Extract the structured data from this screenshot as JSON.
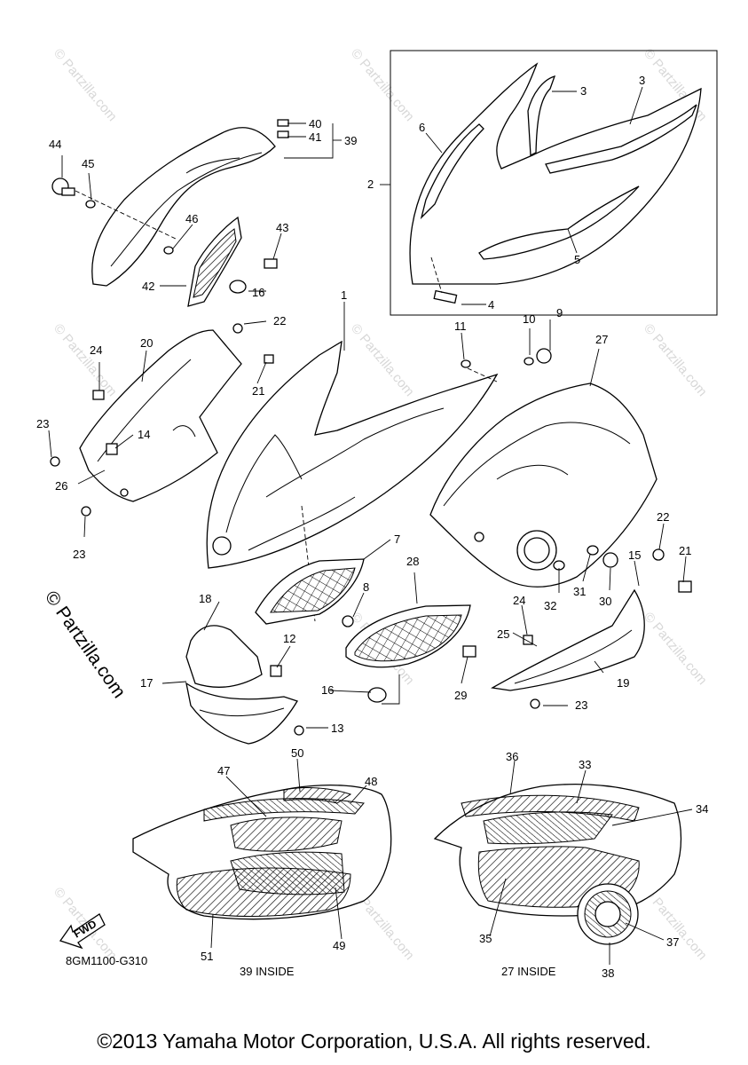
{
  "diagram_code": "8GM1100-G310",
  "watermark_main": "© Partzilla.com",
  "watermark_small": "© Partzilla.com",
  "fwd_label": "FWD",
  "inside_labels": [
    "39 INSIDE",
    "27 INSIDE"
  ],
  "copyright": "©2013 Yamaha Motor Corporation, U.S.A. All rights reserved.",
  "callouts": {
    "c1": "1",
    "c2": "2",
    "c3a": "3",
    "c3b": "3",
    "c4": "4",
    "c5": "5",
    "c6": "6",
    "c7": "7",
    "c8": "8",
    "c9": "9",
    "c10": "10",
    "c11": "11",
    "c12": "12",
    "c13": "13",
    "c14": "14",
    "c15": "15",
    "c16a": "16",
    "c16b": "16",
    "c17": "17",
    "c18": "18",
    "c19": "19",
    "c20": "20",
    "c21a": "21",
    "c21b": "21",
    "c22a": "22",
    "c22b": "22",
    "c23a": "23",
    "c23b": "23",
    "c23c": "23",
    "c24a": "24",
    "c24b": "24",
    "c25": "25",
    "c26": "26",
    "c27": "27",
    "c28": "28",
    "c29": "29",
    "c30": "30",
    "c31": "31",
    "c32": "32",
    "c33": "33",
    "c34": "34",
    "c35": "35",
    "c36": "36",
    "c37": "37",
    "c38": "38",
    "c39": "39",
    "c40": "40",
    "c41": "41",
    "c42": "42",
    "c43": "43",
    "c44": "44",
    "c45": "45",
    "c46": "46",
    "c47": "47",
    "c48": "48",
    "c49": "49",
    "c50": "50",
    "c51": "51"
  }
}
